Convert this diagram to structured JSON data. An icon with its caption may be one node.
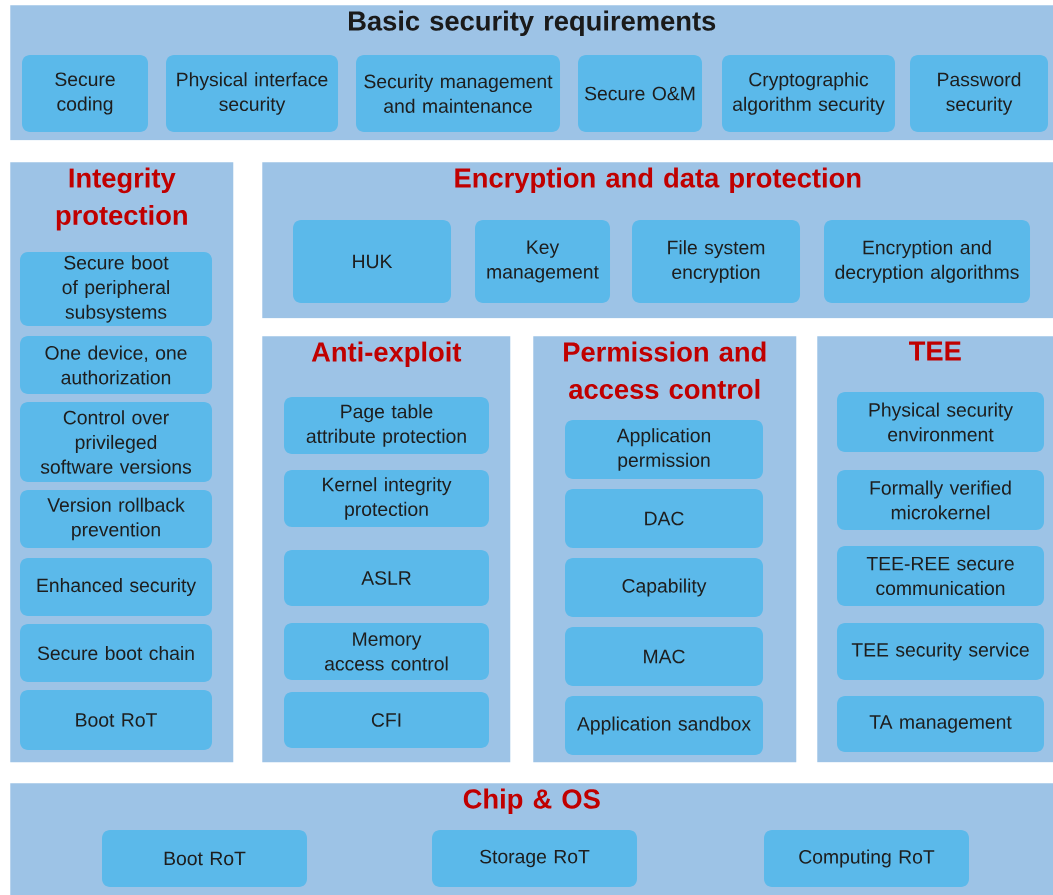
{
  "diagram": {
    "nodes": [
      {
        "text": [
          "Basic security requirements"
        ]
      },
      {
        "text": [
          "Secure coding"
        ],
        "in": 0
      },
      {
        "text": [
          "Physical interface security"
        ],
        "in": 0
      },
      {
        "text": [
          "Security management and maintenance"
        ],
        "in": 0
      },
      {
        "text": [
          "Secure O&M"
        ],
        "in": 0
      },
      {
        "text": [
          "Cryptographic algorithm security"
        ],
        "in": 0
      },
      {
        "text": [
          "Password security"
        ],
        "in": 0
      },
      {
        "text": [
          "Integrity protection"
        ]
      },
      {
        "text": [
          "Secure boot of peripheral subsystems"
        ],
        "in": 7
      },
      {
        "text": [
          "One device, one authorization"
        ],
        "in": 7
      },
      {
        "text": [
          "Control over privileged software versions"
        ],
        "in": 7
      },
      {
        "text": [
          "Version rollback prevention"
        ],
        "in": 7
      },
      {
        "text": [
          "Enhanced security"
        ],
        "in": 7
      },
      {
        "text": [
          "Secure boot chain"
        ],
        "in": 7
      },
      {
        "text": [
          "Boot RoT"
        ],
        "in": 7
      },
      {
        "text": [
          "Encryption and data protection"
        ]
      },
      {
        "text": [
          "HUK"
        ],
        "in": 15
      },
      {
        "text": [
          "Key management"
        ],
        "in": 15
      },
      {
        "text": [
          "File system encryption"
        ],
        "in": 15
      },
      {
        "text": [
          "Encryption and decryption algorithms"
        ],
        "in": 15
      },
      {
        "text": [
          "Anti-exploit"
        ]
      },
      {
        "text": [
          "Page table attribute protection"
        ],
        "in": 20
      },
      {
        "text": [
          "Kernel integrity protection"
        ],
        "in": 20
      },
      {
        "text": [
          "ASLR"
        ],
        "in": 20
      },
      {
        "text": [
          "Memory access control"
        ],
        "in": 20
      },
      {
        "text": [
          "CFI"
        ],
        "in": 20
      },
      {
        "text": [
          "Permission and access control"
        ]
      },
      {
        "text": [
          "Application permission"
        ],
        "in": 26
      },
      {
        "text": [
          "DAC"
        ],
        "in": 26
      },
      {
        "text": [
          "Capability"
        ],
        "in": 26
      },
      {
        "text": [
          "MAC"
        ],
        "in": 26
      },
      {
        "text": [
          "Application sandbox"
        ],
        "in": 26
      },
      {
        "text": [
          "TEE"
        ]
      },
      {
        "text": [
          "Physical security environment"
        ],
        "in": 32
      },
      {
        "text": [
          "Formally verified microkernel"
        ],
        "in": 32
      },
      {
        "text": [
          "TEE-REE secure communication"
        ],
        "in": 32
      },
      {
        "text": [
          "TEE security service"
        ],
        "in": 32
      },
      {
        "text": [
          "TA management"
        ],
        "in": 32
      },
      {
        "text": [
          "Chip & OS"
        ]
      },
      {
        "text": [
          "Boot RoT"
        ],
        "in": 38
      },
      {
        "text": [
          "Storage RoT"
        ],
        "in": 38
      },
      {
        "text": [
          "Computing RoT"
        ],
        "in": 38
      }
    ]
  }
}
